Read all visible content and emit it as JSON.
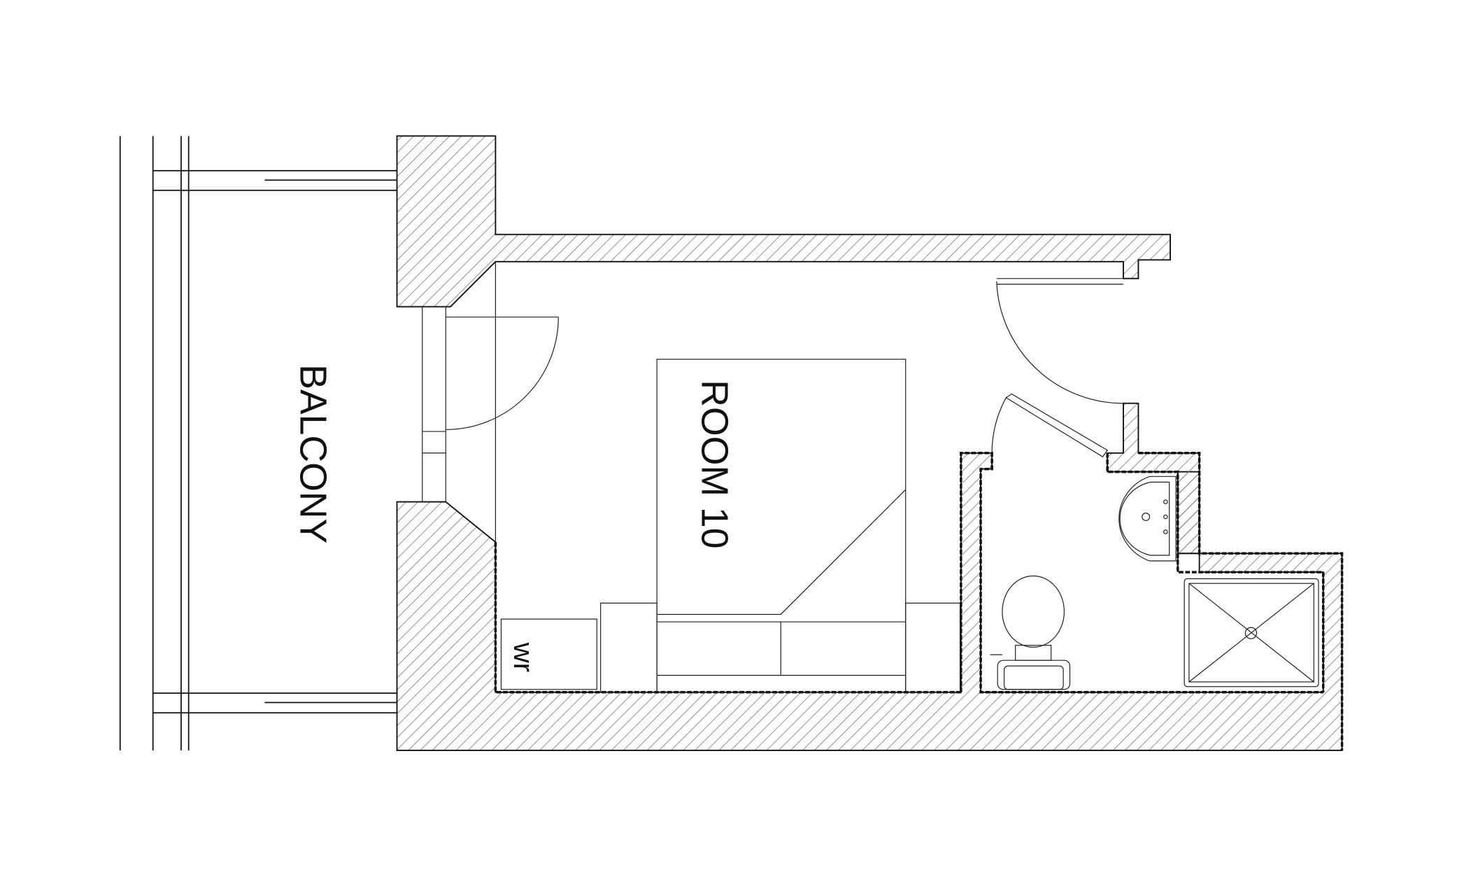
{
  "plan": {
    "balcony_label": "BALCONY",
    "room_label": "ROOM 10",
    "wardrobe_label": "wr"
  },
  "colors": {
    "line": "#111111",
    "background": "#ffffff",
    "hatch": "#777777"
  }
}
